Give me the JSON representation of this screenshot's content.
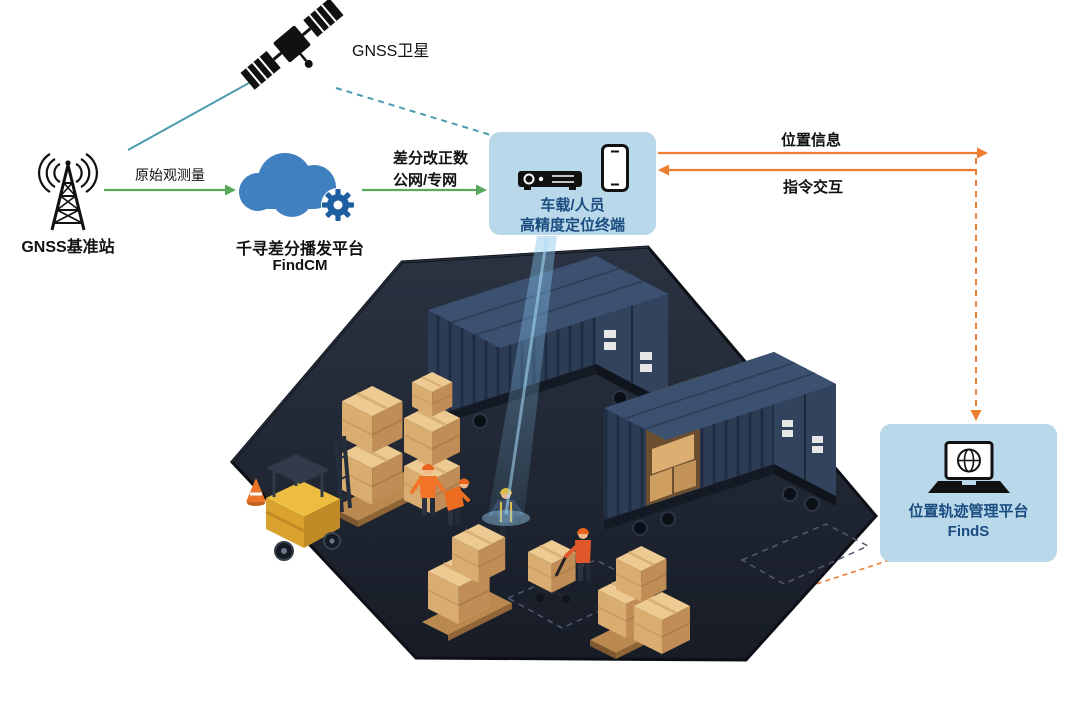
{
  "diagram": {
    "satellite": {
      "label": "GNSS卫星"
    },
    "base_station": {
      "label": "GNSS基准站"
    },
    "cloud_platform": {
      "name": "千寻差分播发平台",
      "product": "FindCM"
    },
    "terminal": {
      "line1": "车载/人员",
      "line2": "高精度定位终端"
    },
    "management_platform": {
      "name": "位置轨迹管理平台",
      "product": "FindS"
    },
    "links": {
      "raw_observation": "原始观测量",
      "differential_correction": "差分改正数",
      "network": "公网/专网",
      "position_info": "位置信息",
      "command_interaction": "指令交互"
    },
    "colors": {
      "signal_teal": "#4b9cae",
      "flow_green": "#5aa85c",
      "flow_orange": "#ed7d31",
      "panel_blue": "#b9d8ea",
      "panel_text_blue": "#1c4d80",
      "cloud_blue": "#3f80c0",
      "gear_blue": "#1d5fa0",
      "container_navy": "#2c3c55",
      "crate_tan": "#d9ac70",
      "forklift_yellow": "#edbd3f"
    }
  }
}
